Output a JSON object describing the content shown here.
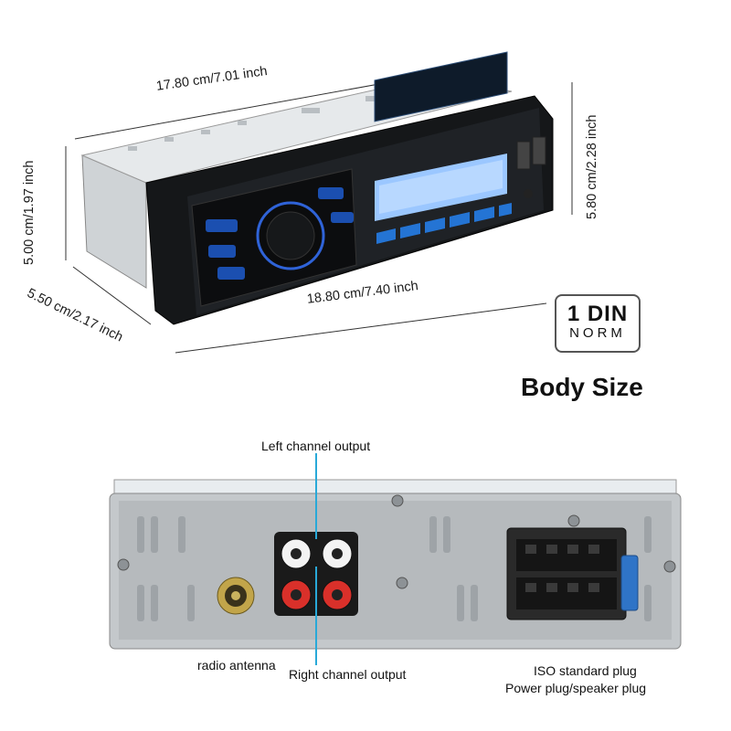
{
  "dimensions": {
    "top": "17.80 cm/7.01 inch",
    "left": "5.00 cm/1.97 inch",
    "depth": "5.50 cm/2.17 inch",
    "bottom": "18.80 cm/7.40 inch",
    "right": "5.80 cm/2.28 inch"
  },
  "badge": {
    "line1": "1 DIN",
    "line2": "NORM"
  },
  "heading": "Body Size",
  "rear_labels": {
    "left_channel": "Left channel output",
    "right_channel": "Right channel output",
    "antenna": "radio antenna",
    "iso_line1": "ISO standard plug",
    "iso_line2": "Power plug/speaker plug"
  },
  "colors": {
    "accent_line": "#29a9d8",
    "display_blue": "#3aa0ff",
    "rca_red": "#d9302a"
  }
}
